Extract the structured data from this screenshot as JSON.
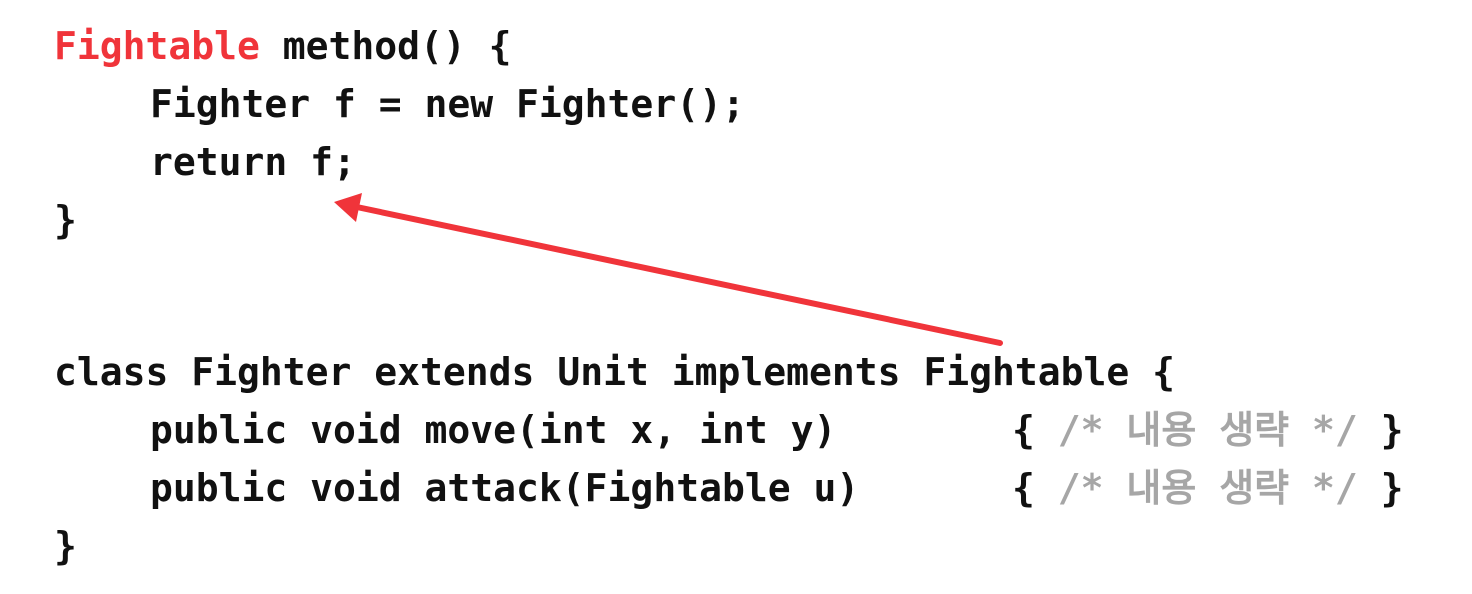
{
  "top_code": {
    "signature": {
      "return_type": "Fightable",
      "rest": " method() {"
    },
    "line2": "Fighter f = new Fighter();",
    "line3": "return f;",
    "close": "}"
  },
  "class_code": {
    "declaration": "class Fighter extends Unit implements Fightable {",
    "methods": [
      {
        "signature": "public void move(int x, int y)",
        "open_brace": "{ ",
        "comment": "/* 내용 생략 */",
        "close_brace": " }"
      },
      {
        "signature": "public void attack(Fightable u)",
        "open_brace": "{ ",
        "comment": "/* 내용 생략 */",
        "close_brace": " }"
      }
    ],
    "close": "}"
  },
  "colors": {
    "highlight": "#f0343a",
    "comment": "#a6a6a6",
    "text": "#111111",
    "arrow": "#f0343a"
  }
}
